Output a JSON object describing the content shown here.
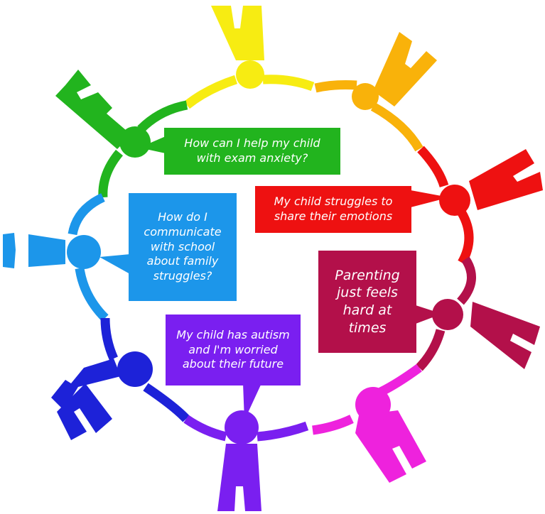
{
  "colors": {
    "yellow": "#f7ec12",
    "orange": "#f9b20a",
    "red": "#ee1111",
    "maroon": "#b3104a",
    "magenta": "#ee22dd",
    "purple": "#7a1ff0",
    "navy": "#1d22d8",
    "blue": "#1c96ea",
    "green": "#22b41e"
  },
  "bubbles": {
    "green": "How can I help my child\nwith exam anxiety?",
    "red": "My child struggles to\nshare their emotions",
    "blue": "How do I\ncommunicate\nwith school\nabout family\nstruggles?",
    "maroon": "Parenting\njust feels\nhard at\ntimes",
    "purple": "My child has autism\nand I'm worried\nabout their future"
  }
}
